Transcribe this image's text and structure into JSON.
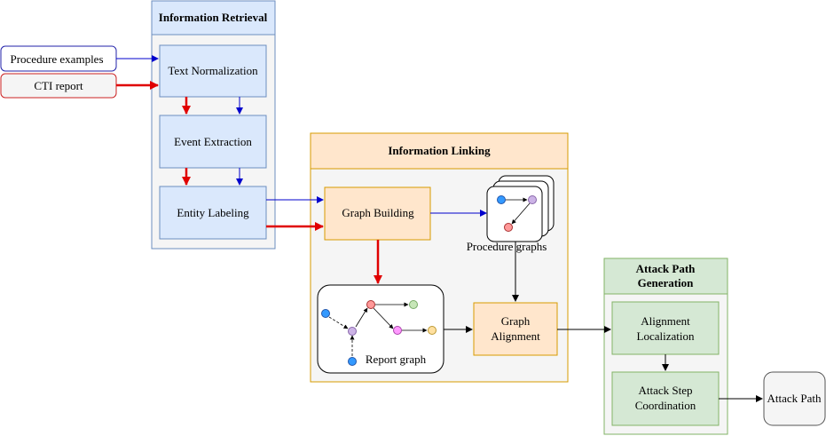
{
  "inputs": {
    "procedure_examples": "Procedure examples",
    "cti_report": "CTI report"
  },
  "retrieval": {
    "title": "Information Retrieval",
    "text_normalization": "Text Normalization",
    "event_extraction": "Event Extraction",
    "entity_labeling": "Entity Labeling"
  },
  "linking": {
    "title": "Information Linking",
    "graph_building": "Graph Building",
    "procedure_graphs": "Procedure graphs",
    "report_graph": "Report graph",
    "graph_alignment_1": "Graph",
    "graph_alignment_2": "Alignment"
  },
  "generation": {
    "title_1": "Attack Path",
    "title_2": "Generation",
    "alignment_localization_1": "Alignment",
    "alignment_localization_2": "Localization",
    "attack_step_1": "Attack Step",
    "attack_step_2": "Coordination"
  },
  "output": {
    "attack_path": "Attack Path"
  },
  "colors": {
    "blue_flow": "#0000cc",
    "red_flow": "#e00000",
    "retrieval_fill": "#dae8fc",
    "retrieval_stroke": "#6c8ebf",
    "linking_fill": "#ffe6cc",
    "linking_stroke": "#d79b00",
    "generation_fill": "#d5e8d4",
    "generation_stroke": "#82b366",
    "container_fill": "#f5f5f5"
  }
}
